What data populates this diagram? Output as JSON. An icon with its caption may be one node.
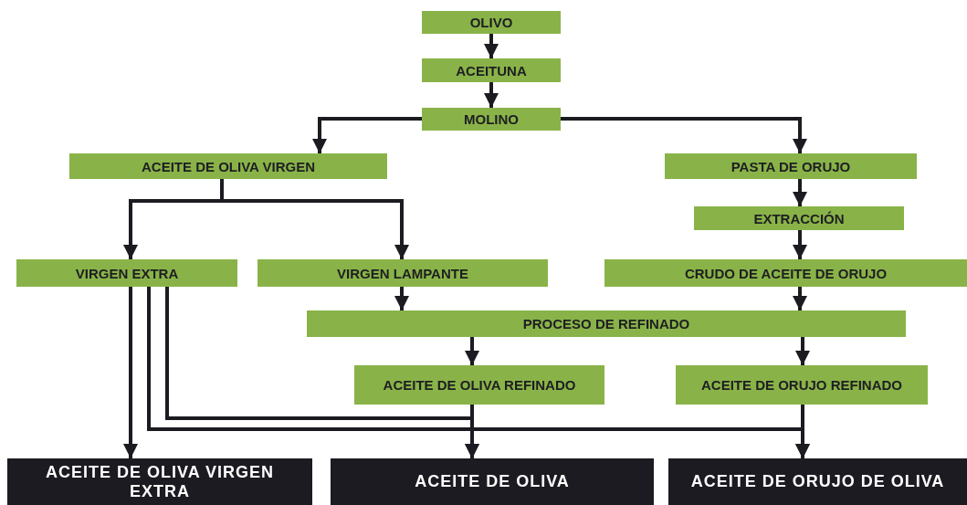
{
  "diagram": {
    "nodes": [
      {
        "text": [
          "OLIVO"
        ]
      },
      {
        "text": [
          "ACEITUNA"
        ]
      },
      {
        "text": [
          "MOLINO"
        ]
      },
      {
        "text": [
          "ACEITE DE OLIVA VIRGEN"
        ]
      },
      {
        "text": [
          "PASTA DE ORUJO"
        ]
      },
      {
        "text": [
          "EXTRACCIÓN"
        ]
      },
      {
        "text": [
          "VIRGEN EXTRA"
        ]
      },
      {
        "text": [
          "VIRGEN LAMPANTE"
        ]
      },
      {
        "text": [
          "CRUDO DE ACEITE DE ORUJO"
        ]
      },
      {
        "text": [
          "PROCESO DE REFINADO"
        ]
      },
      {
        "text": [
          "ACEITE DE OLIVA REFINADO"
        ]
      },
      {
        "text": [
          "ACEITE DE ORUJO REFINADO"
        ]
      },
      {
        "text": [
          "ACEITE DE OLIVA VIRGEN EXTRA"
        ]
      },
      {
        "text": [
          "ACEITE DE OLIVA"
        ]
      },
      {
        "text": [
          "ACEITE DE ORUJO DE OLIVA"
        ]
      }
    ],
    "edges": [
      {
        "from": 0,
        "to": 1,
        "arrow": "to"
      },
      {
        "from": 1,
        "to": 2,
        "arrow": "to"
      },
      {
        "from": 2,
        "to": 3,
        "arrow": "to"
      },
      {
        "from": 2,
        "to": 4,
        "arrow": "to"
      },
      {
        "from": 3,
        "to": 6,
        "arrow": "to"
      },
      {
        "from": 3,
        "to": 7,
        "arrow": "to"
      },
      {
        "from": 4,
        "to": 5,
        "arrow": "to"
      },
      {
        "from": 5,
        "to": 8,
        "arrow": "to"
      },
      {
        "from": 6,
        "to": 12,
        "arrow": "to"
      },
      {
        "from": 6,
        "to": 13,
        "arrow": "to"
      },
      {
        "from": 6,
        "to": 14,
        "arrow": "to"
      },
      {
        "from": 7,
        "to": 9,
        "arrow": "to"
      },
      {
        "from": 8,
        "to": 9,
        "arrow": "to"
      },
      {
        "from": 9,
        "to": 10,
        "arrow": "to"
      },
      {
        "from": 9,
        "to": 11,
        "arrow": "to"
      },
      {
        "from": 10,
        "to": 13,
        "arrow": "to"
      },
      {
        "from": 11,
        "to": 14,
        "arrow": "to"
      }
    ]
  }
}
